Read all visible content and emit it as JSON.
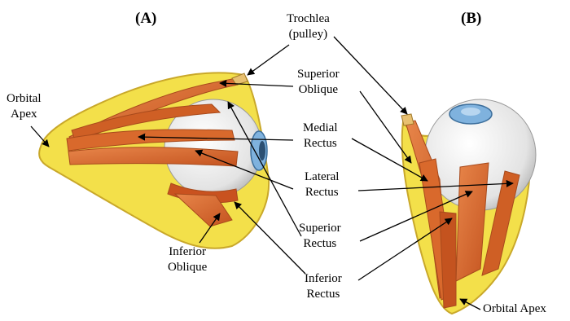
{
  "panels": {
    "a": "(A)",
    "b": "(B)"
  },
  "labels": {
    "trochlea": [
      "Trochlea",
      "(pulley)"
    ],
    "superior_oblique": [
      "Superior",
      "Oblique"
    ],
    "medial_rectus": [
      "Medial",
      "Rectus"
    ],
    "lateral_rectus": [
      "Lateral",
      "Rectus"
    ],
    "superior_rectus": [
      "Superior",
      "Rectus"
    ],
    "inferior_rectus": [
      "Inferior",
      "Rectus"
    ],
    "inferior_oblique": [
      "Inferior",
      "Oblique"
    ],
    "orbital_apex_a": [
      "Orbital",
      "Apex"
    ],
    "orbital_apex_b": "Orbital Apex"
  },
  "colors": {
    "orbit_fill": "#f3e04a",
    "orbit_stroke": "#c9a82a",
    "muscle": "#d9692c",
    "muscle_dark": "#a84a1c",
    "globe": "#f2f2f2",
    "iris": "#7fb2de",
    "line": "#000000"
  }
}
